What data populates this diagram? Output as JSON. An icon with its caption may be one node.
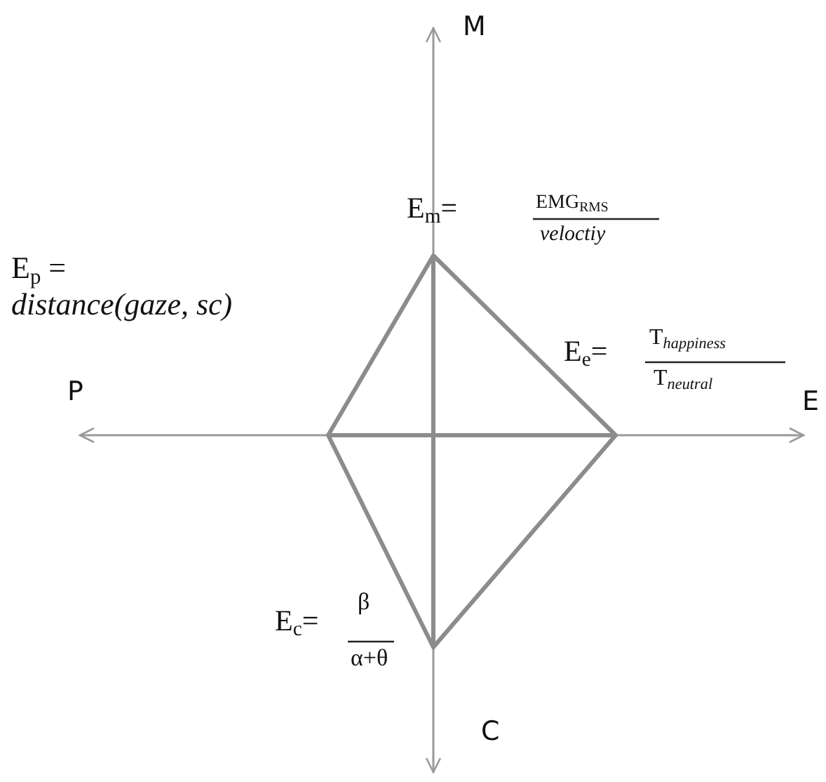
{
  "diagram": {
    "labels": [
      "M",
      "E$_{m}$=",
      "EMG$_{RMS}$",
      "veloctiy",
      "E$_{p}$ =",
      "distance(gaze, sc)",
      "E$_{e}$=",
      "T$_{happiness}$",
      "T$_{neutral}$",
      "P",
      "E",
      "E$_{c}$=",
      "β",
      "α+θ",
      "C"
    ]
  }
}
